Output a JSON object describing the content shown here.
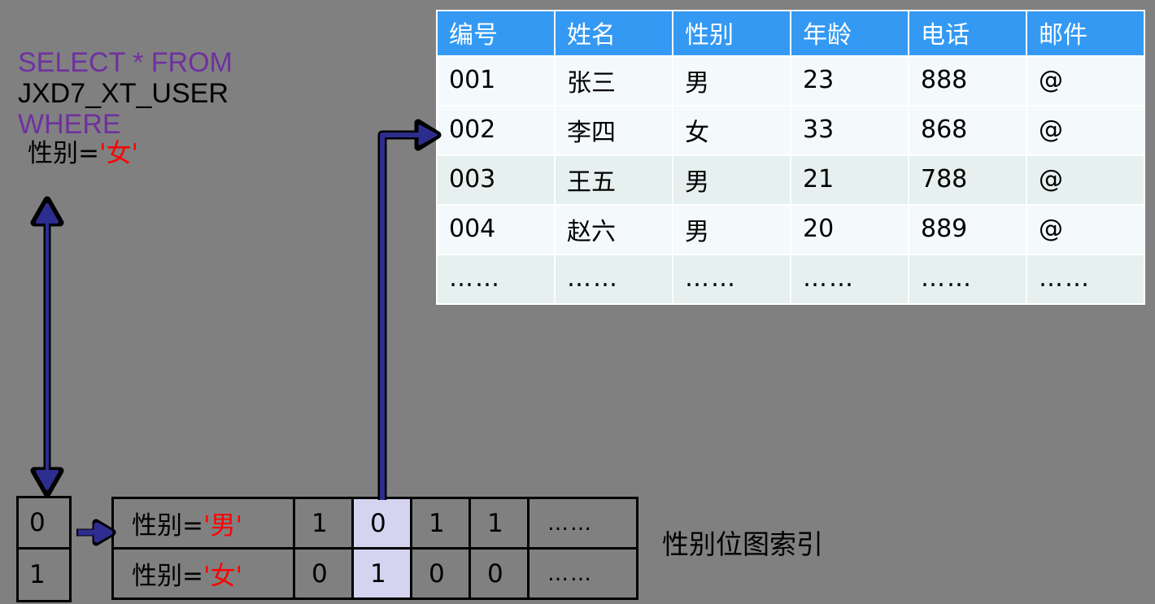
{
  "background_color": "#808080",
  "colors": {
    "keyword_purple": "#7030a0",
    "literal_red": "#ff0000",
    "header_blue": "#3399f3",
    "row_light": "#f4f9fb",
    "row_tint": "#e5f0ef",
    "highlight_lavender": "#d4d4f0",
    "arrow_blue": "#2d2d8f",
    "arrow_outline": "#000000",
    "text_black": "#000000"
  },
  "sql": {
    "line1_keyword": "SELECT * FROM",
    "line2_table": "JXD7_XT_USER",
    "line3_keyword": "WHERE",
    "condition_field": "性别=",
    "condition_quote_open": "'",
    "condition_value": "女",
    "condition_quote_close": "'"
  },
  "user_table": {
    "columns": [
      "编号",
      "姓名",
      "性别",
      "年龄",
      "电话",
      "邮件"
    ],
    "rows": [
      [
        "001",
        "张三",
        "男",
        "23",
        "888",
        "@"
      ],
      [
        "002",
        "李四",
        "女",
        "33",
        "868",
        "@"
      ],
      [
        "003",
        "王五",
        "男",
        "21",
        "788",
        "@"
      ],
      [
        "004",
        "赵六",
        "男",
        "20",
        "889",
        "@"
      ],
      [
        "……",
        "……",
        "……",
        "……",
        "……",
        "……"
      ]
    ]
  },
  "key_box": {
    "values": [
      "0",
      "1"
    ]
  },
  "bitmap_index": {
    "caption": "性别位图索引",
    "rows": [
      {
        "label_field": "性别=",
        "label_quote_open": "'",
        "label_value": "男",
        "label_quote_close": "'",
        "bits": [
          "1",
          "0",
          "1",
          "1"
        ],
        "ellipsis": "……"
      },
      {
        "label_field": "性别=",
        "label_quote_open": "'",
        "label_value": "女",
        "label_quote_close": "'",
        "bits": [
          "0",
          "1",
          "0",
          "0"
        ],
        "ellipsis": "……"
      }
    ],
    "highlighted_bit_column_index": 1
  }
}
